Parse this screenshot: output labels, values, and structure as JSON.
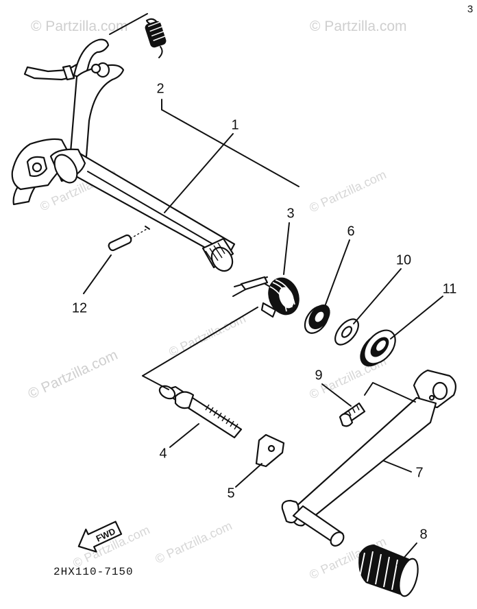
{
  "diagram": {
    "part_code": "2HX110-7150",
    "corner_mark": "3",
    "fwd_label": "FWD",
    "watermarks": [
      "© Partzilla.com",
      "© Partzilla.com",
      "© Partzilla.com",
      "© Partzilla.com",
      "© Partzilla.com",
      "© Partzilla.com",
      "© Partzilla.com",
      "© Partzilla.com",
      "© Partzilla.com",
      "© Partzilla.com"
    ],
    "callouts": [
      "1",
      "2",
      "3",
      "4",
      "5",
      "6",
      "7",
      "8",
      "9",
      "10",
      "11",
      "12"
    ]
  }
}
